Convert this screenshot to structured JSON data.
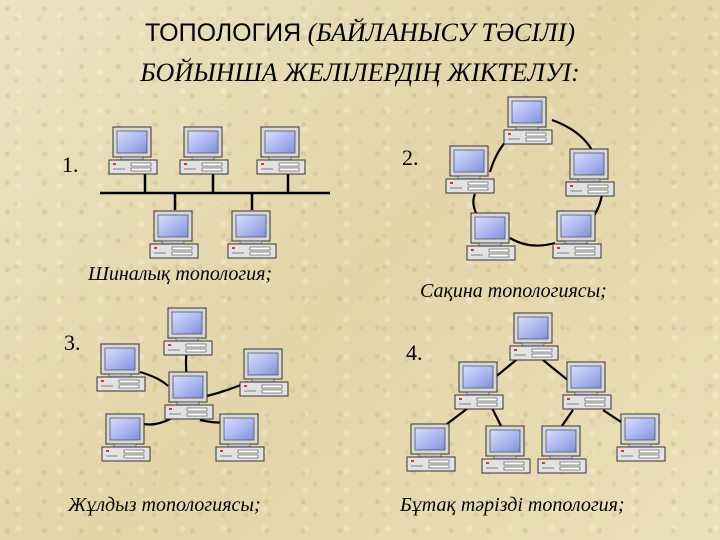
{
  "title": {
    "line1_part1": "ТОПОЛОГИЯ",
    "line1_part2": "(БАЙЛАНЫСУ ТӘСІЛІ)",
    "line2": "БОЙЫНША ЖЕЛІЛЕРДІҢ ЖІКТЕЛУІ:"
  },
  "diagrams": [
    {
      "number": "1.",
      "caption": "Шиналық топология;"
    },
    {
      "number": "2.",
      "caption": "Сақина топологиясы;"
    },
    {
      "number": "3.",
      "caption": "Жұлдыз топологиясы;"
    },
    {
      "number": "4.",
      "caption": "Бұтақ тәрізді топология;"
    }
  ],
  "colors": {
    "screen": "#a9b6ee",
    "case": "#d8d8d8",
    "lines": "#000000",
    "led": "#e03030"
  },
  "icons": {
    "node": "computer-icon"
  }
}
